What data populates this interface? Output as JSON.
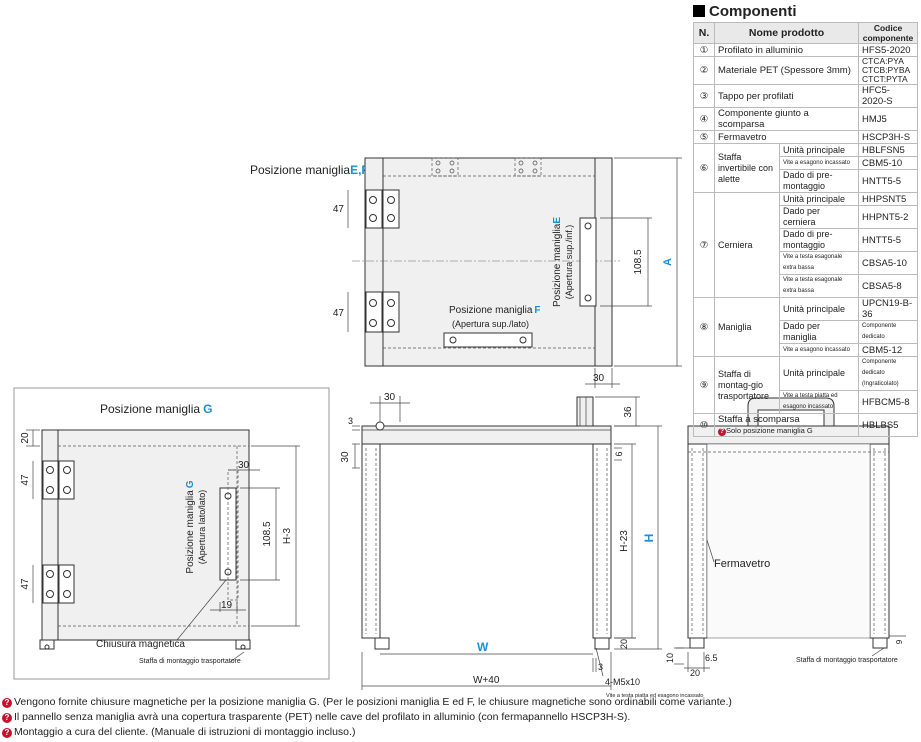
{
  "components": {
    "title": "Componenti",
    "headers": {
      "n": "N.",
      "product": "Nome prodotto",
      "code": "Codice componente"
    },
    "rows": [
      {
        "n": "①",
        "name": "Profilato in alluminio",
        "code": "HFS5-2020"
      },
      {
        "n": "②",
        "name": "Materiale PET (Spessore 3mm)",
        "code": "CTCA:PYA\nCTCB:PYBA\nCTCT:PYTA"
      },
      {
        "n": "③",
        "name": "Tappo per profilati",
        "code": "HFC5-2020-S"
      },
      {
        "n": "④",
        "name": "Componente giunto a scomparsa",
        "code": "HMJ5"
      },
      {
        "n": "⑤",
        "name": "Fermavetro",
        "code": "HSCP3H-S"
      },
      {
        "n": "⑥",
        "name": "Staffa invertibile con alette",
        "subs": [
          {
            "sub": "Unità principale",
            "code": "HBLFSN5"
          },
          {
            "sub": "Vite a esagono incassato",
            "code": "CBM5-10"
          },
          {
            "sub": "Dado di pre-montaggio",
            "code": "HNTT5-5"
          }
        ]
      },
      {
        "n": "⑦",
        "name": "Cerniera",
        "subs": [
          {
            "sub": "Unità principale",
            "code": "HHPSNT5"
          },
          {
            "sub": "Dado per cerniera",
            "code": "HHPNT5-2"
          },
          {
            "sub": "Dado di pre-montaggio",
            "code": "HNTT5-5"
          },
          {
            "sub": "Vite a testa esagonale extra bassa",
            "code": "CBSA5-10"
          },
          {
            "sub": "Vite a testa esagonale extra bassa",
            "code": "CBSA5-8"
          }
        ]
      },
      {
        "n": "⑧",
        "name": "Maniglia",
        "subs": [
          {
            "sub": "Unità principale",
            "code": "UPCN19-B-36"
          },
          {
            "sub": "Dado per maniglia",
            "code": "Componente dedicato"
          },
          {
            "sub": "Vite a esagono incassato",
            "code": "CBM5-12"
          }
        ]
      },
      {
        "n": "⑨",
        "name": "Staffa di montag-gio trasportatore",
        "subs": [
          {
            "sub": "Unità principale",
            "code": "Componente dedicato (Ingraticolato)"
          },
          {
            "sub": "Vite a testa piatta ed esagono incassato",
            "code": "HFBCM5-8"
          }
        ]
      },
      {
        "n": "⑩",
        "name": "Staffa a scomparsa",
        "note": "Solo posizione maniglia G",
        "code": "HBLBS5"
      }
    ]
  },
  "views": {
    "ef_title": "Posizione maniglia",
    "ef_letters": "E,F",
    "g_title": "Posizione maniglia",
    "g_letter": "G",
    "e_label": "Posizione maniglia",
    "e_letter": "E",
    "e_sub": "(Apertura sup./inf.)",
    "f_label": "Posizione maniglia",
    "f_letter": "F",
    "f_sub": "(Apertura sup./lato)",
    "g_label": "Posizione maniglia",
    "g_sub": "(Apertura lato/lato)",
    "magnetic": "Chiusura magnetica",
    "bracket_g": "Staffa di montaggio trasportatore",
    "bracket_side": "Staffa di montaggio trasportatore",
    "fermavetro": "Fermavetro",
    "screws": "4-M5x10",
    "screws_sub": "Vite a testa piatta ed esagono incassato"
  },
  "dims": {
    "d47": "47",
    "d108_5": "108.5",
    "A": "A",
    "d30": "30",
    "d20": "20",
    "d19": "19",
    "H3": "H-3",
    "d36": "36",
    "d3": "3",
    "d6": "6",
    "H23": "H-23",
    "H": "H",
    "W": "W",
    "W40": "W+40",
    "d10": "10",
    "d6_5": "6.5",
    "d9": "9"
  },
  "notes": [
    "Vengono fornite chiusure magnetiche per la posizione maniglia G. (Per le posizioni maniglia E ed F, le chiusure magnetiche sono ordinabili come variante.)",
    "Il pannello senza maniglia avrà una copertura trasparente (PET) nelle cave del profilato in alluminio (con fermapannello HSCP3H-S).",
    "Montaggio a cura del cliente. (Manuale di istruzioni di montaggio incluso.)"
  ]
}
